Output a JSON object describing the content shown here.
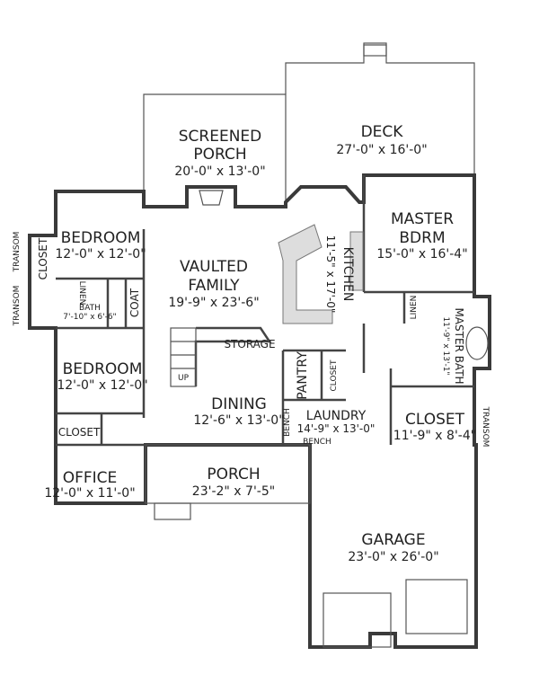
{
  "rooms": {
    "screened_porch": {
      "name1": "SCREENED",
      "name2": "PORCH",
      "dims": "20'-0\" x 13'-0\""
    },
    "deck": {
      "name": "DECK",
      "dims": "27'-0\" x 16'-0\""
    },
    "bedroom1": {
      "name": "BEDROOM",
      "dims": "12'-0\" x 12'-0\""
    },
    "vaulted_family": {
      "name1": "VAULTED",
      "name2": "FAMILY",
      "dims": "19'-9\" x 23'-6\""
    },
    "kitchen": {
      "name": "KITCHEN",
      "dims": "11'-5\" x 17'-0\""
    },
    "master_bdrm": {
      "name1": "MASTER",
      "name2": "BDRM",
      "dims": "15'-0\" x 16'-4\""
    },
    "master_bath": {
      "name": "MASTER BATH",
      "dims": "11'-9\" x 13'-1\""
    },
    "bath": {
      "name": "BATH",
      "dims": "7'-10\" x 6'-6\""
    },
    "bedroom2": {
      "name": "BEDROOM",
      "dims": "12'-0\" x 12'-0\""
    },
    "dining": {
      "name": "DINING",
      "dims": "12'-6\" x 13'-0\""
    },
    "laundry": {
      "name": "LAUNDRY",
      "dims": "14'-9\" x 13'-0\""
    },
    "master_closet": {
      "name": "CLOSET",
      "dims": "11'-9\" x 8'-4\""
    },
    "office": {
      "name": "OFFICE",
      "dims": "12'-0\" x 11'-0\""
    },
    "porch": {
      "name": "PORCH",
      "dims": "23'-2\" x 7'-5\""
    },
    "garage": {
      "name": "GARAGE",
      "dims": "23'-0\" x 26'-0\""
    }
  },
  "labels": {
    "closet": "CLOSET",
    "transom": "TRANSOM",
    "linen": "LINEN",
    "coat": "COAT",
    "storage": "STORAGE",
    "pantry": "PANTRY",
    "bench": "BENCH",
    "up": "UP"
  }
}
